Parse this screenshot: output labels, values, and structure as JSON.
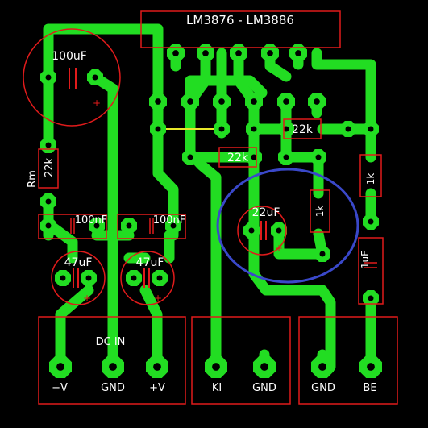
{
  "title": "LM3876 - LM3886",
  "colors": {
    "background": "#000000",
    "copper": "#22dd22",
    "silkscreen": "#e01b1b",
    "jumper": "#e8e82a",
    "highlight": "#3a48c9",
    "text": "#ffffff"
  },
  "components": {
    "cap_100uF": "100uF",
    "res_rm": "Rm",
    "res_22k_left": "22k",
    "res_22k_mid": "22k",
    "res_22k_right": "22k",
    "res_1k_right": "1k",
    "res_1k_center": "1k",
    "cap_22uF": "22uF",
    "cap_100nF_left": "100nF",
    "cap_100nF_right": "100nF",
    "cap_47uF_left": "47uF",
    "cap_47uF_right": "47uF",
    "cap_1uF": "1uF",
    "plus_sign": "+"
  },
  "connectors": {
    "dc_in": "DC IN",
    "neg_v": "−V",
    "gnd_1": "GND",
    "pos_v": "+V",
    "ki": "KI",
    "gnd_2": "GND",
    "gnd_3": "GND",
    "be": "BE"
  }
}
